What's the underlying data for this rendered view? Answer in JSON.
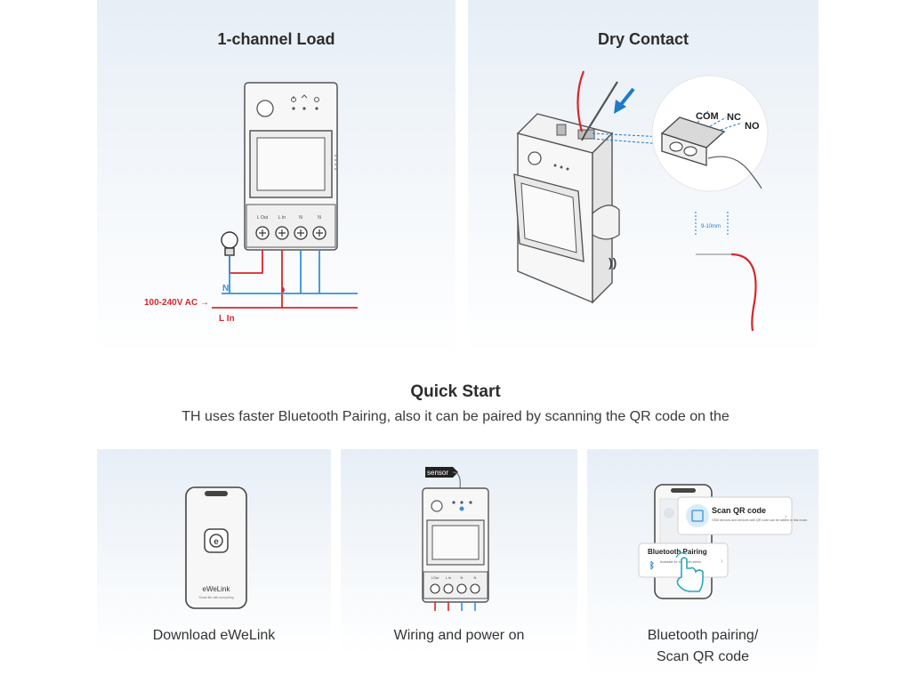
{
  "panels": {
    "load": {
      "title": "1-channel Load",
      "terminals": [
        "L Out",
        "L In",
        "N",
        "N"
      ],
      "wire_labels": {
        "neutral": "N",
        "voltage": "100-240V AC →",
        "live": "L In"
      }
    },
    "dry": {
      "title": "Dry Contact",
      "contacts": [
        "COM",
        "NC",
        "NO"
      ],
      "strip_length": "9-10mm"
    }
  },
  "quick_start": {
    "title": "Quick Start",
    "subtitle": "TH uses faster Bluetooth Pairing, also it can be paired by scanning the QR code on the"
  },
  "steps": [
    {
      "caption": "Download eWeLink",
      "app_name": "eWeLink",
      "app_tagline": "Smart life with everything"
    },
    {
      "caption": "Wiring and power on",
      "sensor_label": "sensor",
      "terminals": [
        "LOut",
        "L In",
        "N",
        "N"
      ]
    },
    {
      "caption_line1": "Bluetooth pairing/",
      "caption_line2": "Scan QR code",
      "qr_title": "Scan QR code",
      "qr_desc": "GSM devices and devices with QR code can be added in this mode.",
      "bt_title": "Bluetooth Pairing",
      "bt_desc": "Available for bluetooth series"
    }
  ],
  "colors": {
    "live": "#d7262c",
    "neutral": "#3a8fd8",
    "panel_bg": "#e9f0f7"
  }
}
